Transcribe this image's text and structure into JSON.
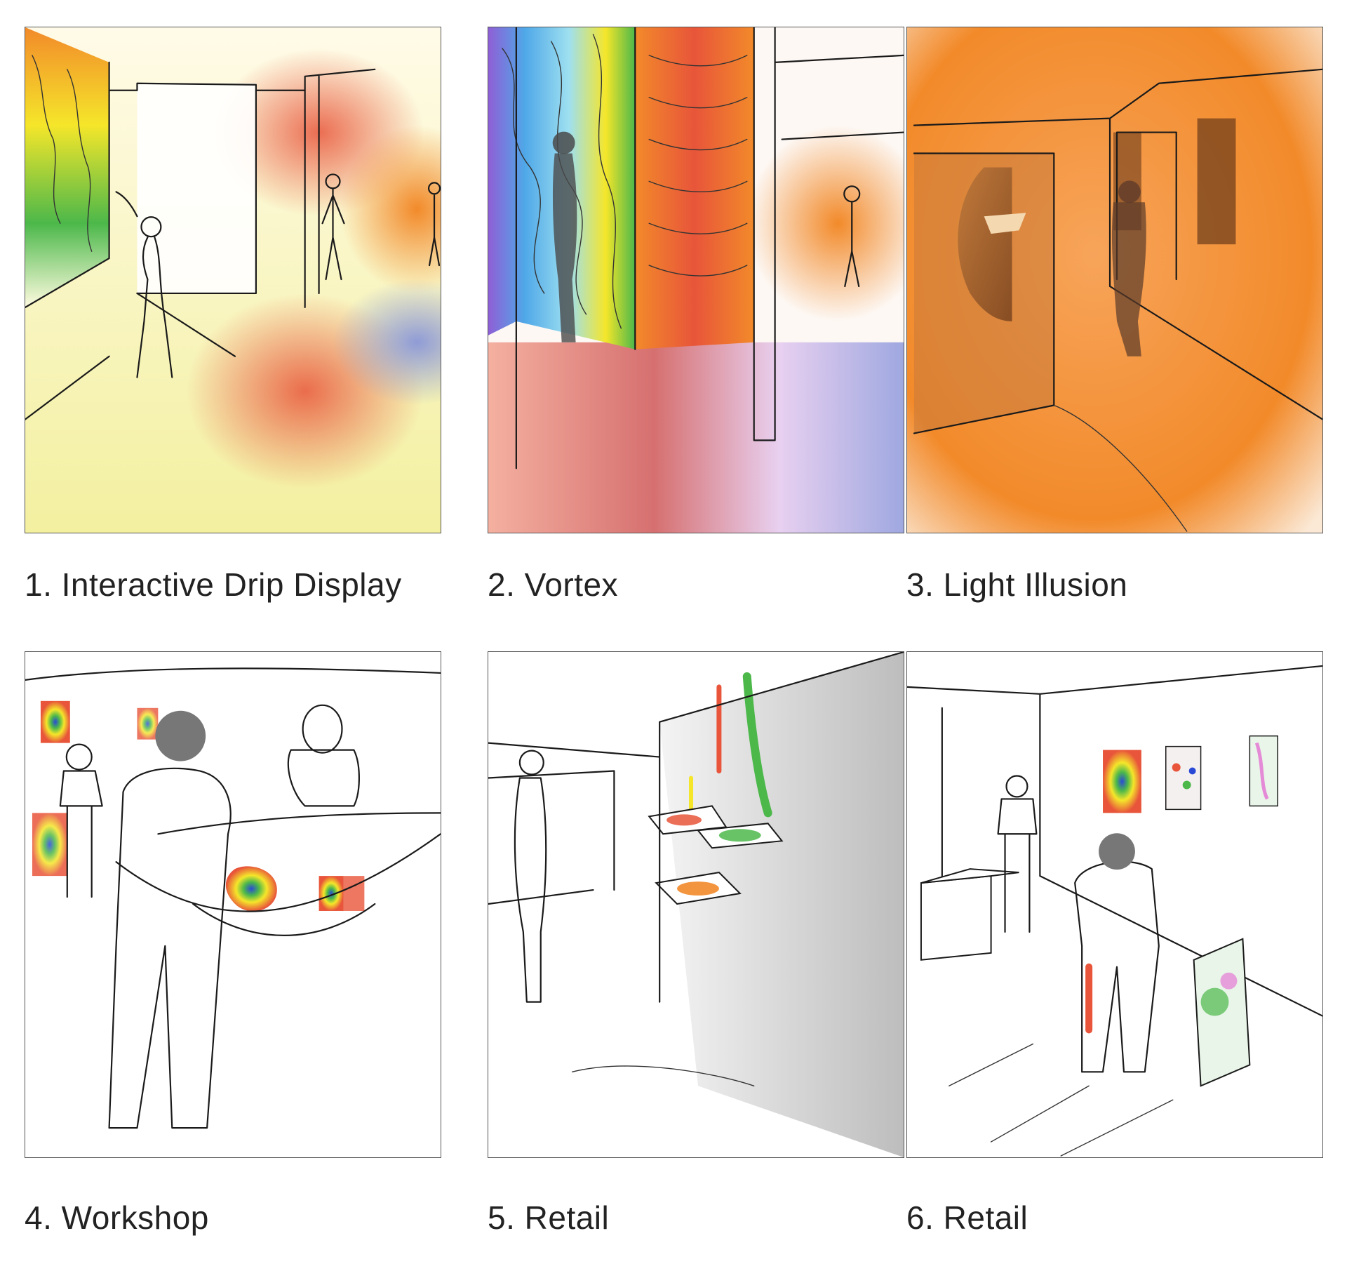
{
  "panels": [
    {
      "id": 1,
      "caption": "1. Interactive Drip Display"
    },
    {
      "id": 2,
      "caption": "2. Vortex"
    },
    {
      "id": 3,
      "caption": "3. Light Illusion"
    },
    {
      "id": 4,
      "caption": "4. Workshop"
    },
    {
      "id": 5,
      "caption": "5. Retail"
    },
    {
      "id": 6,
      "caption": "6. Retail"
    }
  ],
  "colors": {
    "orange": "#f28a2a",
    "red": "#e8553a",
    "yellow": "#f5e62a",
    "green": "#4cb84a",
    "blue": "#8f9bd6",
    "pink": "#e58a8a",
    "sepia": "#8a5a3a"
  }
}
